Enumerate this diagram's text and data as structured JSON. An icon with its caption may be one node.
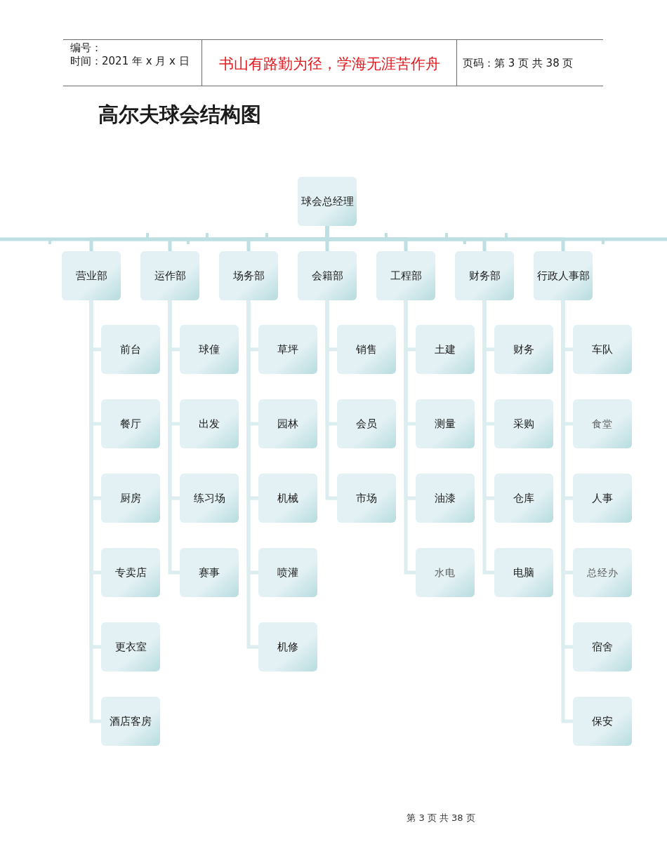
{
  "diagram": {
    "title": "高尔夫球会结构图",
    "nodes": [
      {
        "text": [
          "球会总经理"
        ]
      },
      {
        "text": [
          "营业部"
        ]
      },
      {
        "text": [
          "运作部"
        ]
      },
      {
        "text": [
          "场务部"
        ]
      },
      {
        "text": [
          "会籍部"
        ]
      },
      {
        "text": [
          "工程部"
        ]
      },
      {
        "text": [
          "财务部"
        ]
      },
      {
        "text": [
          "行政人事部"
        ]
      },
      {
        "text": [
          "前台"
        ]
      },
      {
        "text": [
          "餐厅"
        ]
      },
      {
        "text": [
          "厨房"
        ]
      },
      {
        "text": [
          "专卖店"
        ]
      },
      {
        "text": [
          "更衣室"
        ]
      },
      {
        "text": [
          "酒店客房"
        ]
      },
      {
        "text": [
          "球僮"
        ]
      },
      {
        "text": [
          "出发"
        ]
      },
      {
        "text": [
          "练习场"
        ]
      },
      {
        "text": [
          "赛事"
        ]
      },
      {
        "text": [
          "草坪"
        ]
      },
      {
        "text": [
          "园林"
        ]
      },
      {
        "text": [
          "机械"
        ]
      },
      {
        "text": [
          "喷灌"
        ]
      },
      {
        "text": [
          "机修"
        ]
      },
      {
        "text": [
          "销售"
        ]
      },
      {
        "text": [
          "会员"
        ]
      },
      {
        "text": [
          "市场"
        ]
      },
      {
        "text": [
          "土建"
        ]
      },
      {
        "text": [
          "测量"
        ]
      },
      {
        "text": [
          "油漆"
        ]
      },
      {
        "text": [
          "水电"
        ]
      },
      {
        "text": [
          "财务"
        ]
      },
      {
        "text": [
          "采购"
        ]
      },
      {
        "text": [
          "仓库"
        ]
      },
      {
        "text": [
          "电脑"
        ]
      },
      {
        "text": [
          "车队"
        ]
      },
      {
        "text": [
          "食堂"
        ]
      },
      {
        "text": [
          "人事"
        ]
      },
      {
        "text": [
          "总经办"
        ]
      },
      {
        "text": [
          "宿舍"
        ]
      },
      {
        "text": [
          "保安"
        ]
      }
    ],
    "edges": [
      {
        "from": 0,
        "to": 1,
        "arrow": "none"
      },
      {
        "from": 0,
        "to": 2,
        "arrow": "none"
      },
      {
        "from": 0,
        "to": 3,
        "arrow": "none"
      },
      {
        "from": 0,
        "to": 4,
        "arrow": "none"
      },
      {
        "from": 0,
        "to": 5,
        "arrow": "none"
      },
      {
        "from": 0,
        "to": 6,
        "arrow": "none"
      },
      {
        "from": 0,
        "to": 7,
        "arrow": "none"
      },
      {
        "from": 1,
        "to": 8,
        "arrow": "none"
      },
      {
        "from": 1,
        "to": 9,
        "arrow": "none"
      },
      {
        "from": 1,
        "to": 10,
        "arrow": "none"
      },
      {
        "from": 1,
        "to": 11,
        "arrow": "none"
      },
      {
        "from": 1,
        "to": 12,
        "arrow": "none"
      },
      {
        "from": 1,
        "to": 13,
        "arrow": "none"
      },
      {
        "from": 2,
        "to": 14,
        "arrow": "none"
      },
      {
        "from": 2,
        "to": 15,
        "arrow": "none"
      },
      {
        "from": 2,
        "to": 16,
        "arrow": "none"
      },
      {
        "from": 2,
        "to": 17,
        "arrow": "none"
      },
      {
        "from": 3,
        "to": 18,
        "arrow": "none"
      },
      {
        "from": 3,
        "to": 19,
        "arrow": "none"
      },
      {
        "from": 3,
        "to": 20,
        "arrow": "none"
      },
      {
        "from": 3,
        "to": 21,
        "arrow": "none"
      },
      {
        "from": 3,
        "to": 22,
        "arrow": "none"
      },
      {
        "from": 4,
        "to": 23,
        "arrow": "none"
      },
      {
        "from": 4,
        "to": 24,
        "arrow": "none"
      },
      {
        "from": 4,
        "to": 25,
        "arrow": "none"
      },
      {
        "from": 5,
        "to": 26,
        "arrow": "none"
      },
      {
        "from": 5,
        "to": 27,
        "arrow": "none"
      },
      {
        "from": 5,
        "to": 28,
        "arrow": "none"
      },
      {
        "from": 5,
        "to": 29,
        "arrow": "none"
      },
      {
        "from": 6,
        "to": 30,
        "arrow": "none"
      },
      {
        "from": 6,
        "to": 31,
        "arrow": "none"
      },
      {
        "from": 6,
        "to": 32,
        "arrow": "none"
      },
      {
        "from": 6,
        "to": 33,
        "arrow": "none"
      },
      {
        "from": 7,
        "to": 34,
        "arrow": "none"
      },
      {
        "from": 7,
        "to": 35,
        "arrow": "none"
      },
      {
        "from": 7,
        "to": 36,
        "arrow": "none"
      },
      {
        "from": 7,
        "to": 37,
        "arrow": "none"
      },
      {
        "from": 7,
        "to": 38,
        "arrow": "none"
      },
      {
        "from": 7,
        "to": 39,
        "arrow": "none"
      }
    ],
    "labels": [
      "编号：",
      "时间：2021 年 x 月 x 日",
      "书山有路勤为径，学海无涯苦作舟",
      "页码：第 3 页 共 38 页",
      "第 3 页 共 38 页"
    ]
  }
}
